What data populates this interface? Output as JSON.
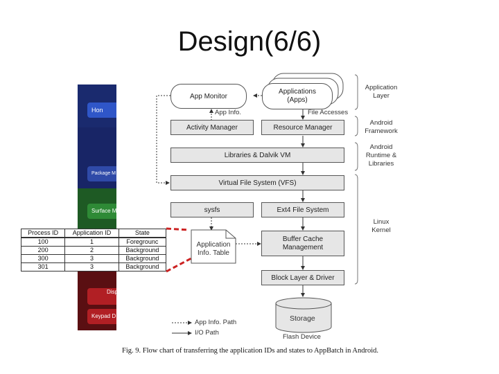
{
  "title": "Design(6/6)",
  "background_ui": {
    "buttons": [
      "Hon",
      "Package M",
      "Surface M",
      "Disp Driv",
      "Keypad D"
    ]
  },
  "process_table": {
    "headers": [
      "Process ID",
      "Application ID",
      "State"
    ],
    "rows": [
      [
        "100",
        "1",
        "Foregrounc"
      ],
      [
        "200",
        "2",
        "Background"
      ],
      [
        "300",
        "3",
        "Background"
      ],
      [
        "301",
        "3",
        "Background"
      ]
    ]
  },
  "diagram": {
    "app_monitor": "App Monitor",
    "applications": "Applications\n(Apps)",
    "app_info": "App Info.",
    "file_accesses": "File Accesses",
    "activity_manager": "Activity Manager",
    "resource_manager": "Resource Manager",
    "libraries_vm": "Libraries & Dalvik VM",
    "vfs": "Virtual File System (VFS)",
    "sysfs": "sysfs",
    "ext4": "Ext4 File System",
    "app_info_table": "Application\nInfo. Table",
    "buffer_cache": "Buffer Cache\nManagement",
    "block_layer": "Block Layer & Driver",
    "storage": "Storage",
    "flash_device": "Flash Device",
    "legend_app_info": "App Info. Path",
    "legend_io": "I/O Path",
    "layers": {
      "application": "Application\nLayer",
      "framework": "Android\nFramework",
      "runtime": "Android\nRuntime &\nLibraries",
      "kernel": "Linux\nKernel"
    }
  },
  "caption": "Fig. 9.   Flow chart of transferring the application IDs and states to AppBatch in Android.",
  "colors": {
    "band_blue": "#1a2a6e",
    "band_green": "#1e5a24",
    "band_red": "#5a0f12",
    "button_blue": "#2f56c8",
    "button_green": "#2e8a36",
    "button_red": "#b11f24",
    "dashed_red": "#cc2222"
  }
}
